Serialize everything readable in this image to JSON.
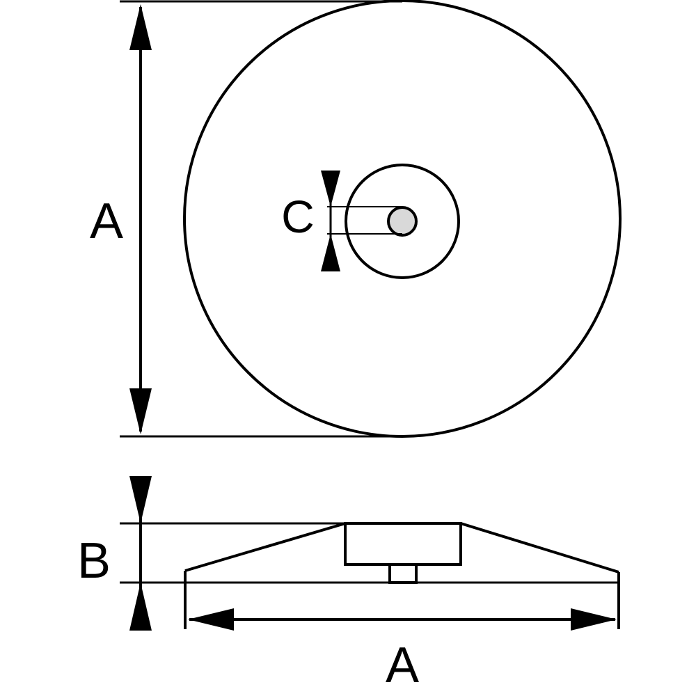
{
  "diagram": {
    "labels": {
      "top_diameter": "A",
      "hole_diameter": "C",
      "height": "B",
      "bottom_diameter": "A"
    },
    "colors": {
      "stroke": "#000000",
      "hole_fill": "#d9d9d9",
      "background": "#ffffff"
    }
  }
}
